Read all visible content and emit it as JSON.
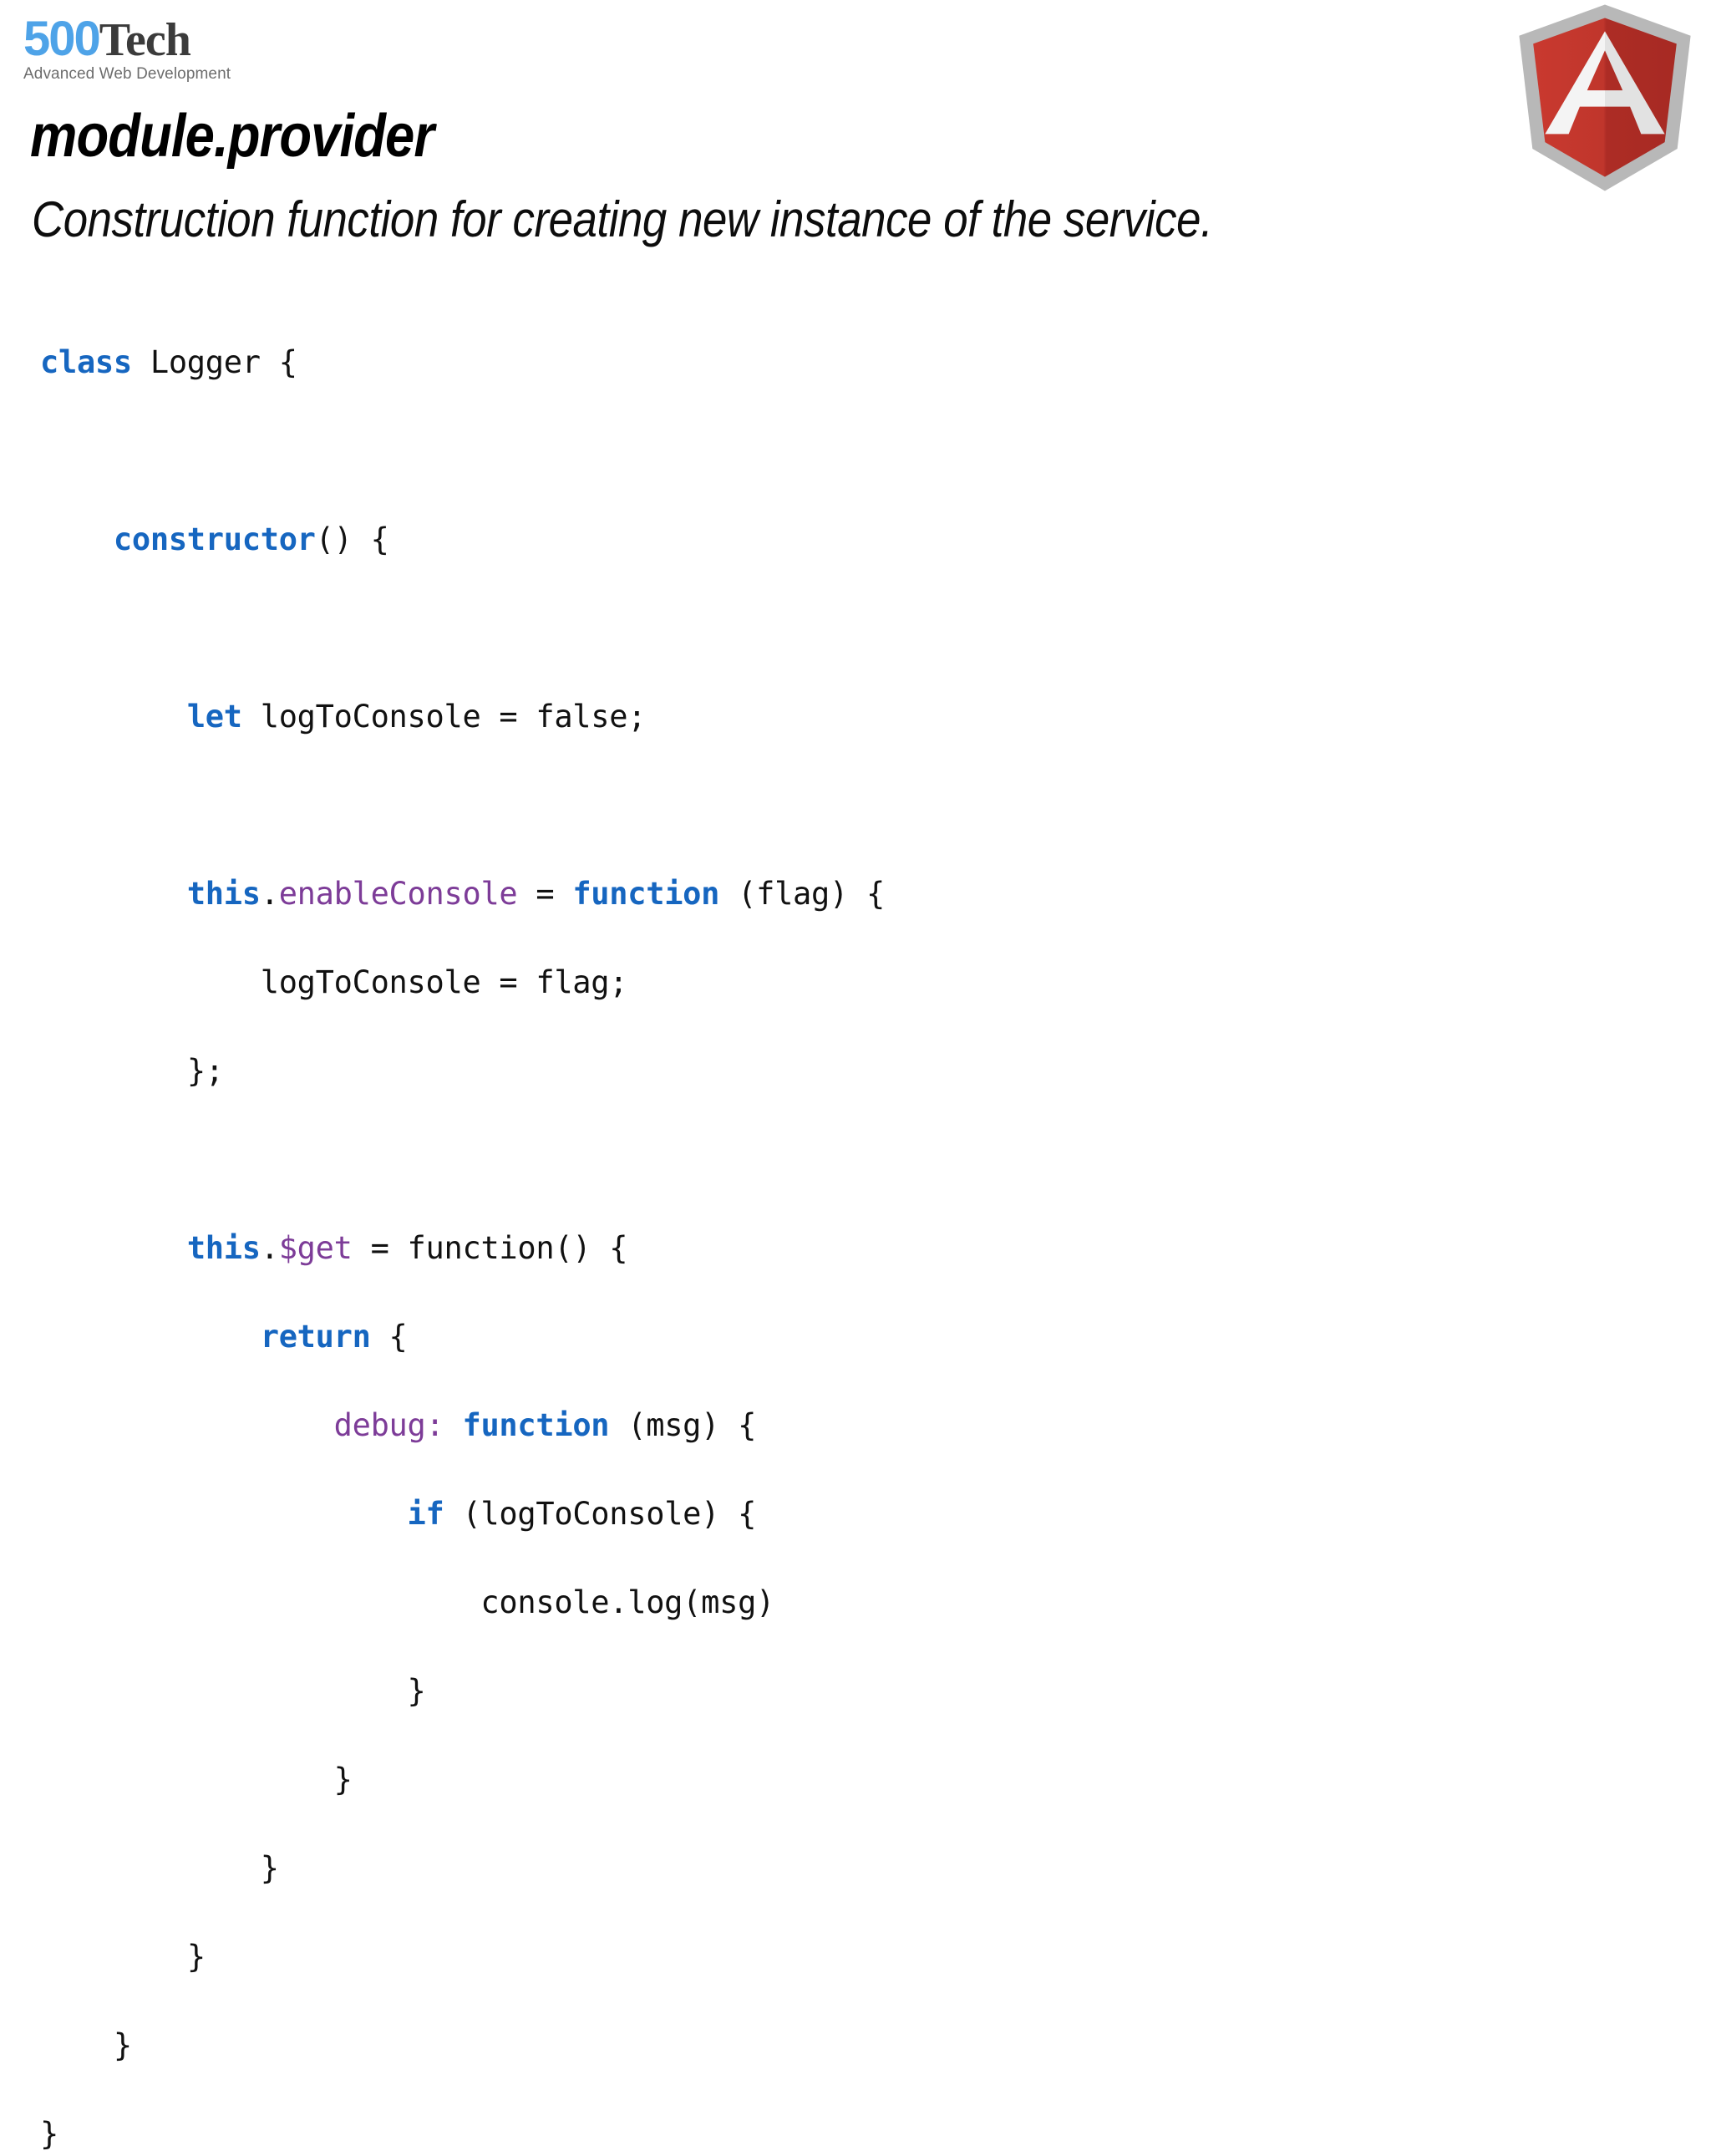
{
  "brand": {
    "name_primary": "500",
    "name_secondary": "Tech",
    "tagline": "Advanced Web Development",
    "color_primary": "#4ea3e8",
    "color_secondary": "#3b3b3b",
    "tagline_color": "#6d6d6d"
  },
  "logo": {
    "name": "angularjs-shield-logo",
    "shield_color": "#b52b27",
    "shield_highlight": "#c9372f",
    "border_color": "#b3b3b3",
    "letter": "A",
    "letter_color": "#f2f2f2"
  },
  "slide": {
    "title": "module.provider",
    "subtitle": "Construction function for creating new instance of the service."
  },
  "syntax_colors": {
    "keyword": "#1666c0",
    "property": "#7d3c98",
    "plain": "#111111"
  },
  "code": {
    "language": "javascript",
    "lines": [
      {
        "indent": 0,
        "tokens": [
          {
            "t": "class ",
            "c": "kw"
          },
          {
            "t": "Logger {",
            "c": "pl"
          }
        ]
      },
      {
        "indent": 0,
        "tokens": []
      },
      {
        "indent": 4,
        "tokens": [
          {
            "t": "constructor",
            "c": "kw"
          },
          {
            "t": "() {",
            "c": "pl"
          }
        ]
      },
      {
        "indent": 0,
        "tokens": []
      },
      {
        "indent": 8,
        "tokens": [
          {
            "t": "let ",
            "c": "kw"
          },
          {
            "t": "logToConsole = false;",
            "c": "pl"
          }
        ]
      },
      {
        "indent": 0,
        "tokens": []
      },
      {
        "indent": 8,
        "tokens": [
          {
            "t": "this",
            "c": "kw"
          },
          {
            "t": ".",
            "c": "pl"
          },
          {
            "t": "enableConsole",
            "c": "prop"
          },
          {
            "t": " = ",
            "c": "pl"
          },
          {
            "t": "function",
            "c": "kw"
          },
          {
            "t": " (flag) {",
            "c": "pl"
          }
        ]
      },
      {
        "indent": 12,
        "tokens": [
          {
            "t": "logToConsole = flag;",
            "c": "pl"
          }
        ]
      },
      {
        "indent": 8,
        "tokens": [
          {
            "t": "};",
            "c": "pl"
          }
        ]
      },
      {
        "indent": 0,
        "tokens": []
      },
      {
        "indent": 8,
        "tokens": [
          {
            "t": "this",
            "c": "kw"
          },
          {
            "t": ".",
            "c": "pl"
          },
          {
            "t": "$get",
            "c": "prop"
          },
          {
            "t": " = function() {",
            "c": "pl"
          }
        ]
      },
      {
        "indent": 12,
        "tokens": [
          {
            "t": "return",
            "c": "kw"
          },
          {
            "t": " {",
            "c": "pl"
          }
        ]
      },
      {
        "indent": 16,
        "tokens": [
          {
            "t": "debug:",
            "c": "prop"
          },
          {
            "t": " ",
            "c": "pl"
          },
          {
            "t": "function",
            "c": "kw"
          },
          {
            "t": " (msg) {",
            "c": "pl"
          }
        ]
      },
      {
        "indent": 20,
        "tokens": [
          {
            "t": "if",
            "c": "kw"
          },
          {
            "t": " (logToConsole) {",
            "c": "pl"
          }
        ]
      },
      {
        "indent": 24,
        "tokens": [
          {
            "t": "console.log(msg)",
            "c": "pl"
          }
        ]
      },
      {
        "indent": 20,
        "tokens": [
          {
            "t": "}",
            "c": "pl"
          }
        ]
      },
      {
        "indent": 16,
        "tokens": [
          {
            "t": "}",
            "c": "pl"
          }
        ]
      },
      {
        "indent": 12,
        "tokens": [
          {
            "t": "}",
            "c": "pl"
          }
        ]
      },
      {
        "indent": 8,
        "tokens": [
          {
            "t": "}",
            "c": "pl"
          }
        ]
      },
      {
        "indent": 4,
        "tokens": [
          {
            "t": "}",
            "c": "pl"
          }
        ]
      },
      {
        "indent": 0,
        "tokens": [
          {
            "t": "}",
            "c": "pl"
          }
        ]
      }
    ]
  }
}
